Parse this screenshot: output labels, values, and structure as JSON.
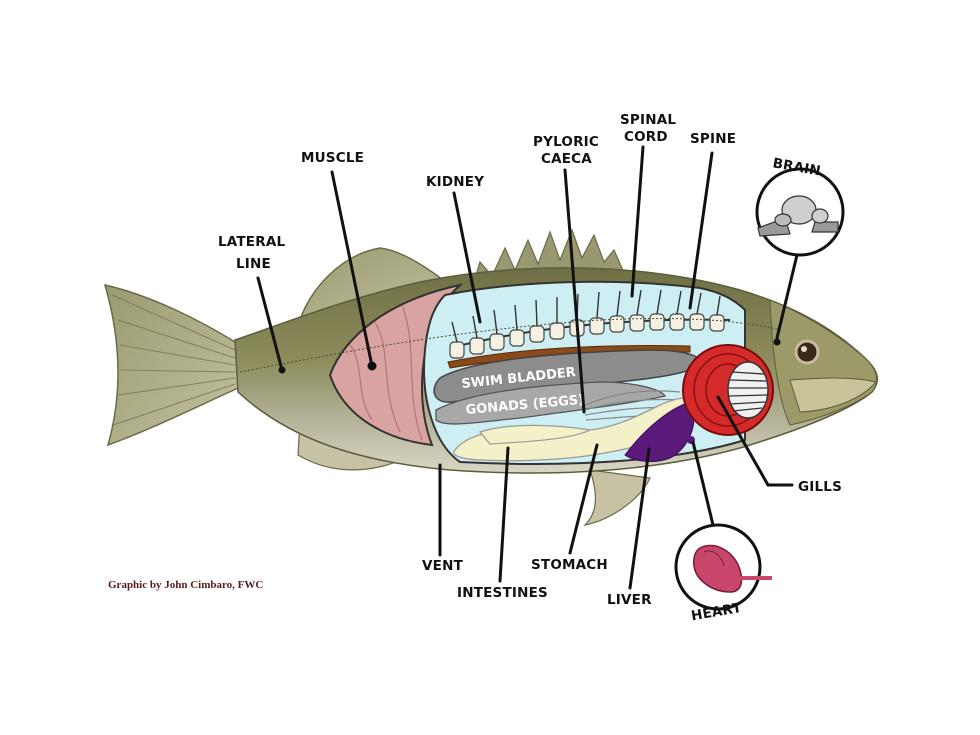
{
  "labels": {
    "lateral_line": [
      "LATERAL",
      "LINE"
    ],
    "muscle": "MUSCLE",
    "kidney": "KIDNEY",
    "pyloric_caeca": [
      "PYLORIC",
      "CAECA"
    ],
    "spinal_cord": [
      "SPINAL",
      "CORD"
    ],
    "spine": "SPINE",
    "brain": "BRAIN",
    "gills": "GILLS",
    "heart": "HEART",
    "vent": "VENT",
    "intestines": "INTESTINES",
    "stomach": "STOMACH",
    "liver": "LIVER",
    "swim_bladder": "SWIM BLADDER",
    "gonads": "GONADS (EGGS)"
  },
  "credit": "Graphic by John Cimbaro, FWC",
  "colors": {
    "fish_body": "#8b8a5e",
    "body_cavity": "#cdeef3",
    "muscle": "#d8a0a0",
    "swim_bladder": "#8c8c8c",
    "gills": "#d42a2a",
    "liver": "#5a1a7a",
    "kidney": "#8a4a1a",
    "heart": "#c8466a",
    "intestines": "#f4f0c8"
  }
}
